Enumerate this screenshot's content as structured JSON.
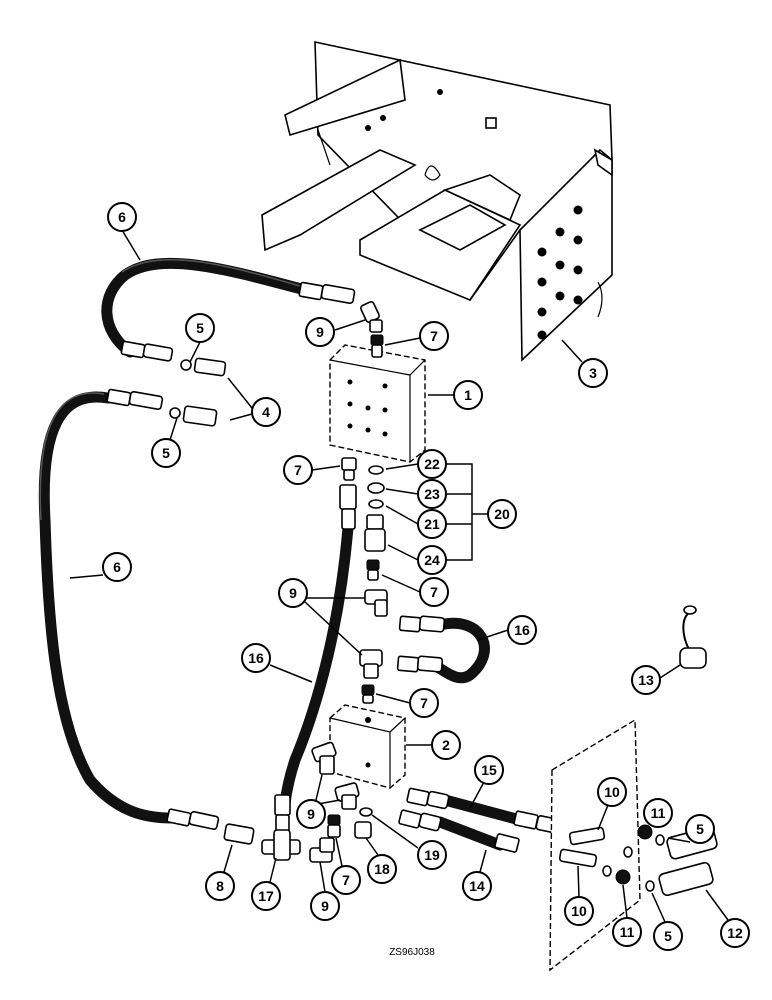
{
  "figure_code": "ZS96J038",
  "callouts": {
    "c1": "1",
    "c2": "2",
    "c3": "3",
    "c4": "4",
    "c5a": "5",
    "c5b": "5",
    "c5c": "5",
    "c5d": "5",
    "c6a": "6",
    "c6b": "6",
    "c7a": "7",
    "c7b": "7",
    "c7c": "7",
    "c7d": "7",
    "c7e": "7",
    "c8": "8",
    "c9a": "9",
    "c9b": "9",
    "c9c": "9",
    "c9d": "9",
    "c10a": "10",
    "c10b": "10",
    "c11a": "11",
    "c11b": "11",
    "c12": "12",
    "c13": "13",
    "c14": "14",
    "c15": "15",
    "c16a": "16",
    "c16b": "16",
    "c17": "17",
    "c18": "18",
    "c19": "19",
    "c20": "20",
    "c21": "21",
    "c22": "22",
    "c23": "23",
    "c24": "24"
  }
}
